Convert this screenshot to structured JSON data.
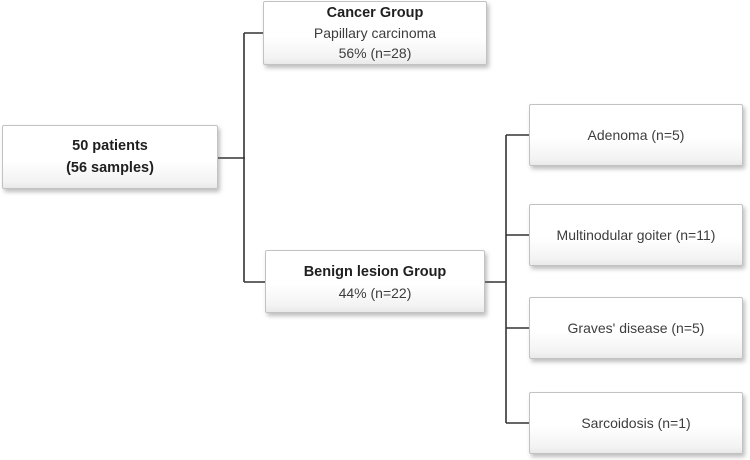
{
  "diagram": {
    "root": {
      "line1": "50 patients",
      "line2": "(56 samples)"
    },
    "cancer": {
      "title": "Cancer Group",
      "subtitle": "Papillary carcinoma",
      "stat": "56% (n=28)"
    },
    "benign": {
      "title": "Benign lesion Group",
      "stat": "44% (n=22)"
    },
    "leaves": [
      {
        "label": "Adenoma (n=5)"
      },
      {
        "label": "Multinodular goiter (n=11)"
      },
      {
        "label": "Graves' disease (n=5)"
      },
      {
        "label": "Sarcoidosis (n=1)"
      }
    ]
  },
  "colors": {
    "background": "#ffffff",
    "box-border": "#c2c2c2",
    "line-color": "#333333",
    "text-strong": "#1f1f1f",
    "text-regular": "#3d3d3d"
  }
}
